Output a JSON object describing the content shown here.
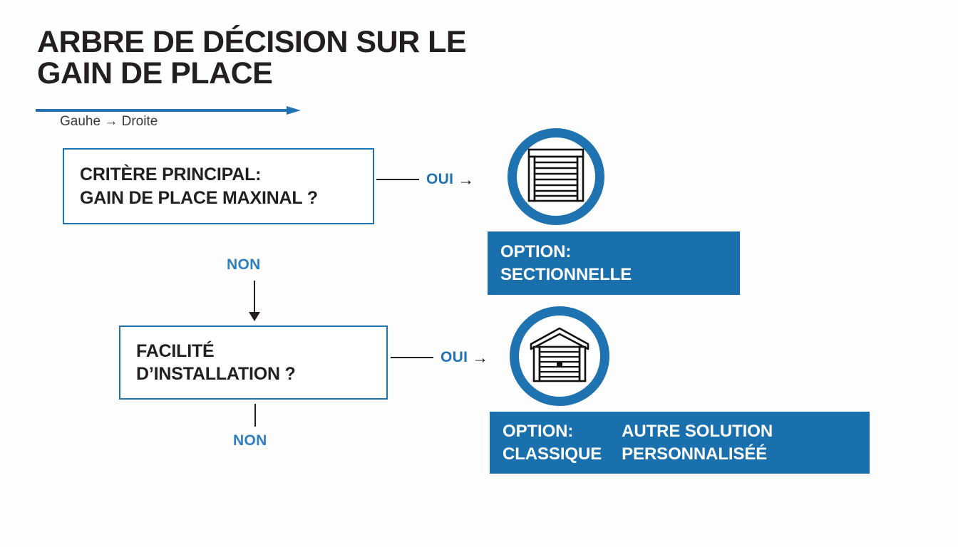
{
  "header": {
    "title": "ARBRE DE DÉCISION SUR LE\nGAIN DE PLACE",
    "flow_direction_label": "Gauhe → Droite",
    "accent_color": "#1f73b0",
    "title_color": "#231f20"
  },
  "decisions": [
    {
      "id": "critere-principal",
      "text": "CRITÈRE PRINCIPAL:\nGAIN DE PLACE MAXINAL ?"
    },
    {
      "id": "facilite-installation",
      "text": "FACILITÉ\nD’INSTALLATION ?"
    }
  ],
  "connectors": {
    "yes_label": "OUI",
    "no_label": "NON",
    "arrow_glyph": "→",
    "yes_color": "#1f73b0",
    "no_color": "#2f7fc0",
    "line_color": "#231f20"
  },
  "outcomes": [
    {
      "id": "sectionnelle",
      "icon": "sectional-garage-door-icon",
      "banner_text": "OPTION:\nSECTIONNELLE",
      "banner_color": "#1a6fad"
    },
    {
      "id": "classique",
      "icon": "gabled-garage-door-icon",
      "banner_text_primary": "OPTION:\nCLASSIQUE",
      "banner_text_secondary": "AUTRE SOLUTION\nPERSONNALISÉÉ",
      "banner_color": "#1a6fad"
    }
  ]
}
